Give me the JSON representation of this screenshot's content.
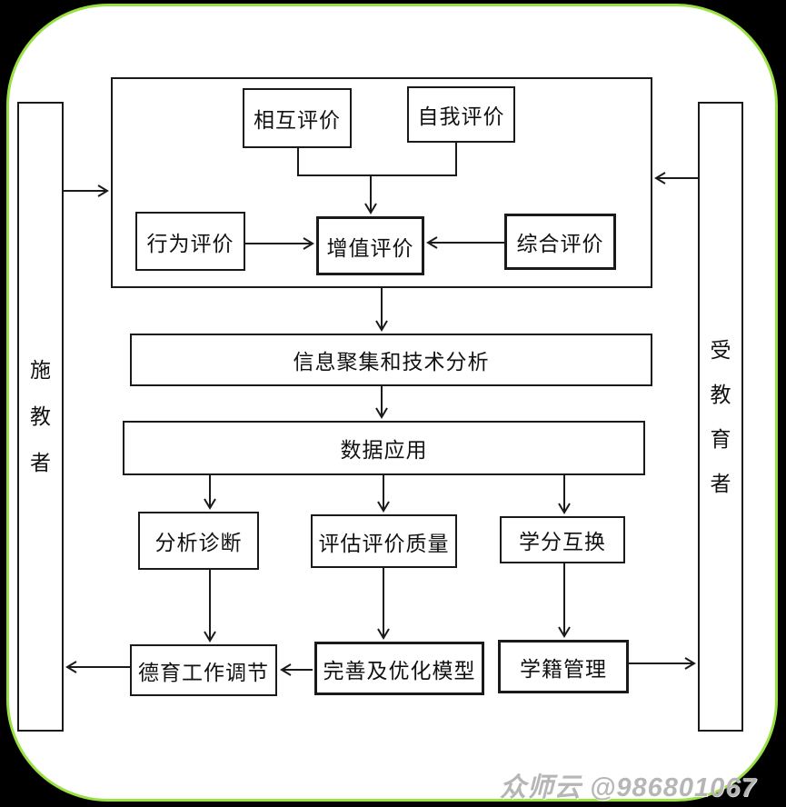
{
  "diagram": {
    "side_left": {
      "label": "施教者",
      "chars": {
        "c0": "施",
        "c1": "教",
        "c2": "者"
      }
    },
    "side_right": {
      "label": "受教育者",
      "chars": {
        "c0": "受",
        "c1": "教",
        "c2": "育",
        "c3": "者"
      }
    },
    "evaluation_group": {
      "mutual": "相互评价",
      "self": "自我评价",
      "behavior": "行为评价",
      "value_added": "增值评价",
      "comprehensive": "综合评价"
    },
    "flow": {
      "info_analysis": "信息聚集和技术分析",
      "data_application": "数据应用",
      "analysis_diagnosis": "分析诊断",
      "assess_quality": "评估评价质量",
      "credit_exchange": "学分互换",
      "moral_adjust": "德育工作调节",
      "optimize_model": "完善及优化模型",
      "enrollment_mgmt": "学籍管理"
    },
    "watermark": "众师云 @986801067",
    "colors": {
      "frame_green": "#99e042",
      "line_black": "#1a1a1a",
      "outer_background": "#000000",
      "watermark_gray": "#b2b2b2"
    }
  }
}
